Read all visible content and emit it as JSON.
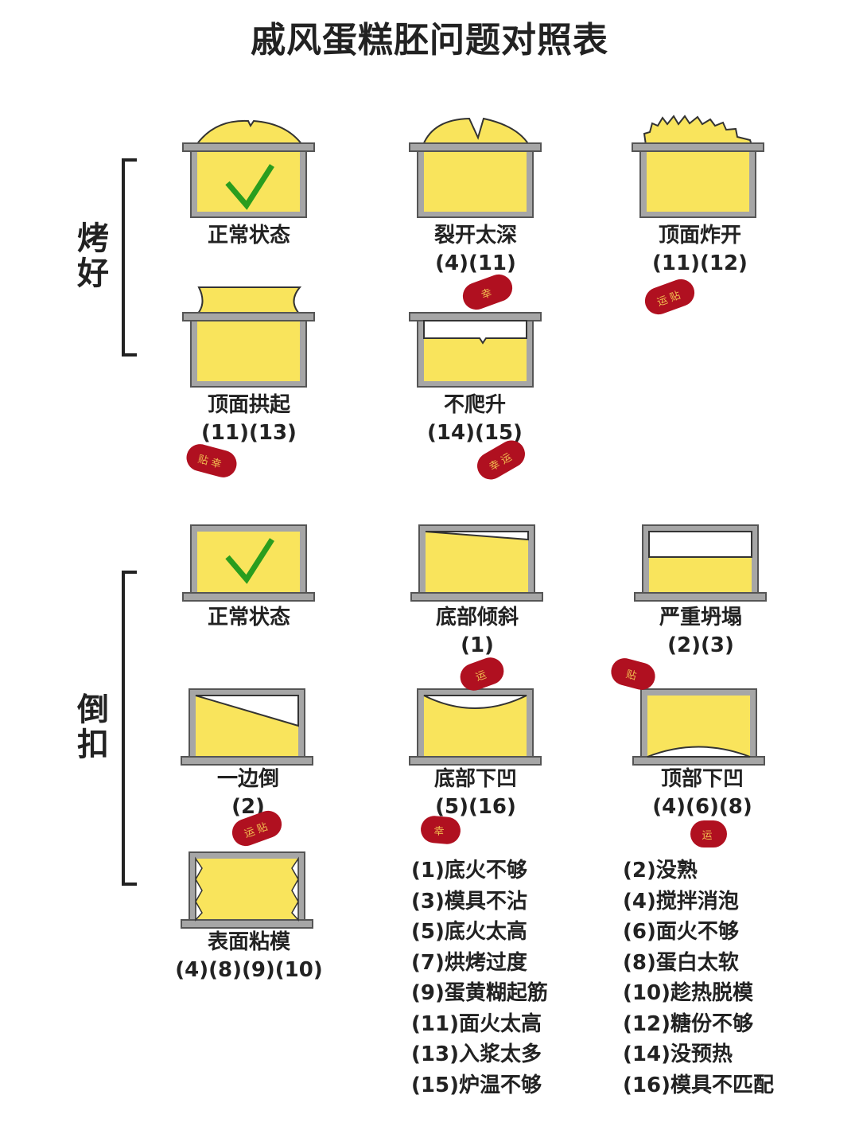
{
  "title": "戚风蛋糕胚问题对照表",
  "sections": [
    {
      "label": "烤好"
    },
    {
      "label": "倒扣"
    }
  ],
  "baked": [
    {
      "name": "正常状态",
      "causes": ""
    },
    {
      "name": "裂开太深",
      "causes": "(4)(11)"
    },
    {
      "name": "顶面炸开",
      "causes": "(11)(12)"
    },
    {
      "name": "顶面拱起",
      "causes": "(11)(13)"
    },
    {
      "name": "不爬升",
      "causes": "(14)(15)"
    }
  ],
  "inverted": [
    {
      "name": "正常状态",
      "causes": ""
    },
    {
      "name": "底部倾斜",
      "causes": "(1)"
    },
    {
      "name": "严重坍塌",
      "causes": "(2)(3)"
    },
    {
      "name": "一边倒",
      "causes": "(2)"
    },
    {
      "name": "底部下凹",
      "causes": "(5)(16)"
    },
    {
      "name": "顶部下凹",
      "causes": "(4)(6)(8)"
    },
    {
      "name": "表面粘模",
      "causes": "(4)(8)(9)(10)"
    }
  ],
  "legend_left": [
    "(1)底火不够",
    "(3)模具不沾",
    "(5)底火太高",
    "(7)烘烤过度",
    "(9)蛋黄糊起筋",
    "(11)面火太高",
    "(13)入浆太多",
    "(15)炉温不够"
  ],
  "legend_right": [
    "(2)没熟",
    "(4)搅拌消泡",
    "(6)面火不够",
    "(8)蛋白太软",
    "(10)趁热脱模",
    "(12)糖份不够",
    "(14)没预热",
    "(16)模具不匹配"
  ],
  "stickers": [
    "幸",
    "运贴",
    "贴幸",
    "幸运",
    "运",
    "贴",
    "运贴",
    "幸",
    "运"
  ],
  "colors": {
    "cake": "#f9e45c",
    "pan": "#a6a6a6",
    "pan_border": "#555555",
    "check": "#2a9d1e",
    "sticker": "#b01020"
  }
}
